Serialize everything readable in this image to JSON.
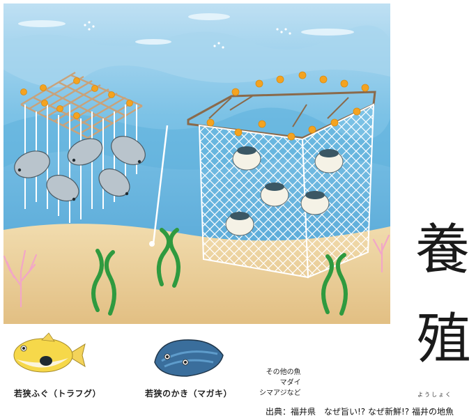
{
  "colors": {
    "sky": "#cfe8f7",
    "water_top": "#7ec4e4",
    "water_deep": "#4aa1d3",
    "sand": "#e8c98f",
    "net": "#ffffff",
    "float": "#f4a320",
    "seaweed": "#2f9a3f",
    "coral": "#f2a6c7"
  },
  "labels": {
    "fugu": "若狭ふぐ（トラフグ）",
    "kaki": "若狭のかき（マガキ）"
  },
  "other_fish": {
    "line1": "その他の魚",
    "line2": "マダイ",
    "line3": "シマアジなど"
  },
  "title": {
    "char1": "養",
    "char2": "殖",
    "furigana": "ようしょく"
  },
  "source": "出典：福井県　なぜ旨い!? なぜ新鮮!? 福井の地魚",
  "icons": {
    "fugu": "pufferfish-icon",
    "kaki": "oyster-icon"
  }
}
